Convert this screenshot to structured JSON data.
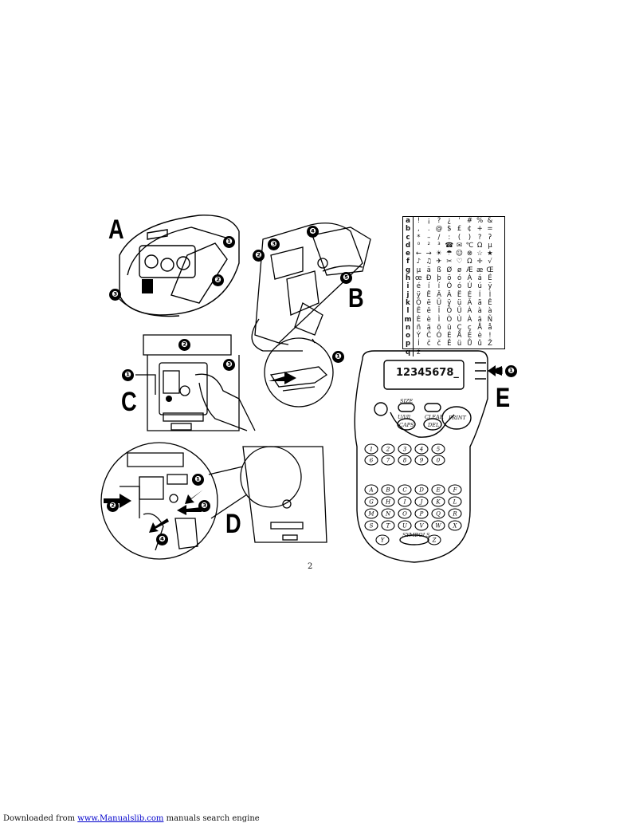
{
  "figures": {
    "a": {
      "label": "A",
      "callouts": [
        "❶",
        "❷",
        "❸"
      ]
    },
    "b": {
      "label": "B",
      "callouts": [
        "❹",
        "❸",
        "❷",
        "❺",
        "❶"
      ]
    },
    "c": {
      "label": "C",
      "callouts": [
        "❷",
        "❶",
        "❸"
      ]
    },
    "d": {
      "label": "D",
      "callouts": [
        "❶",
        "❷",
        "❸",
        "❹"
      ]
    },
    "e": {
      "label": "E",
      "callouts": [
        "❶"
      ],
      "display_text": "12345678_",
      "key_labels": {
        "size": "SIZE",
        "ucl": "U/l/ll",
        "caps": "CAPS",
        "clear": "CLEAR",
        "del": "DEL",
        "print": "PRINT",
        "symbols": "SYMBOLS"
      },
      "number_keys": [
        "1",
        "2",
        "3",
        "4",
        "5",
        "6",
        "7",
        "8",
        "9",
        "0"
      ],
      "letter_keys": [
        "A",
        "B",
        "C",
        "D",
        "E",
        "F",
        "G",
        "H",
        "I",
        "J",
        "K",
        "L",
        "M",
        "N",
        "O",
        "P",
        "Q",
        "R",
        "S",
        "T",
        "U",
        "V",
        "W",
        "X",
        "Y",
        "Z"
      ]
    }
  },
  "symbol_table": {
    "rows": [
      {
        "key": "a",
        "chars": [
          "!",
          "¡",
          "?",
          "¿",
          "'",
          "#",
          "%",
          "&"
        ]
      },
      {
        "key": "b",
        "chars": [
          ",",
          ".",
          "@",
          "$",
          "£",
          "¢",
          "+",
          "="
        ]
      },
      {
        "key": "c",
        "chars": [
          "*",
          "–",
          "/",
          ":",
          "(",
          ")",
          "?",
          "ʔ"
        ]
      },
      {
        "key": "d",
        "chars": [
          "⁰",
          "²",
          "³",
          "☎",
          "✉",
          "℃",
          "Ω",
          "µ"
        ]
      },
      {
        "key": "e",
        "chars": [
          "←",
          "→",
          "☀",
          "☂",
          "☺",
          "⊗",
          "☆",
          "★"
        ]
      },
      {
        "key": "f",
        "chars": [
          "♪",
          "♫",
          "✈",
          "✂",
          "♡",
          "Ω",
          "✛",
          "√"
        ]
      },
      {
        "key": "g",
        "chars": [
          "µ",
          "ä",
          "ß",
          "Ø",
          "ø",
          "Æ",
          "æ",
          "Œ"
        ]
      },
      {
        "key": "h",
        "chars": [
          "œ",
          "Ð",
          "þ",
          "ö",
          "ó",
          "À",
          "á",
          "É"
        ]
      },
      {
        "key": "i",
        "chars": [
          "é",
          "í",
          "í",
          "Ó",
          "ó",
          "Ú",
          "ú",
          "ÿ"
        ]
      },
      {
        "key": "j",
        "chars": [
          "ÿ",
          "Ë",
          "Ä",
          "Ä",
          "Ë",
          "É",
          "Í",
          "Ì"
        ]
      },
      {
        "key": "k",
        "chars": [
          "Ö",
          "ë",
          "Ü",
          "ÿ",
          "ü",
          "Ã",
          "ã",
          "Ê"
        ]
      },
      {
        "key": "l",
        "chars": [
          "Ê",
          "ê",
          "Î",
          "Ô",
          "Û",
          "À",
          "à",
          "à"
        ]
      },
      {
        "key": "m",
        "chars": [
          "È",
          "è",
          "Ì",
          "Ò",
          "Ù",
          "À",
          "ā",
          "Ñ"
        ]
      },
      {
        "key": "n",
        "chars": [
          "ñ",
          "ä",
          "ö",
          "ü",
          "Ç",
          "ç",
          "Å",
          "å"
        ]
      },
      {
        "key": "o",
        "chars": [
          "Ý",
          "Č",
          "Ó",
          "É",
          "Å",
          "È",
          "è",
          "!"
        ]
      },
      {
        "key": "p",
        "chars": [
          "Í",
          "č",
          "č",
          "Ě",
          "ü",
          "Ů",
          "ů",
          "Ž"
        ]
      },
      {
        "key": "q",
        "chars": [
          "ž",
          "",
          "",
          "",
          "",
          "",
          "",
          ""
        ]
      }
    ]
  },
  "page_number": "2",
  "footer": {
    "prefix": "Downloaded from ",
    "link": "www.Manualslib.com",
    "suffix": "  manuals search engine"
  }
}
